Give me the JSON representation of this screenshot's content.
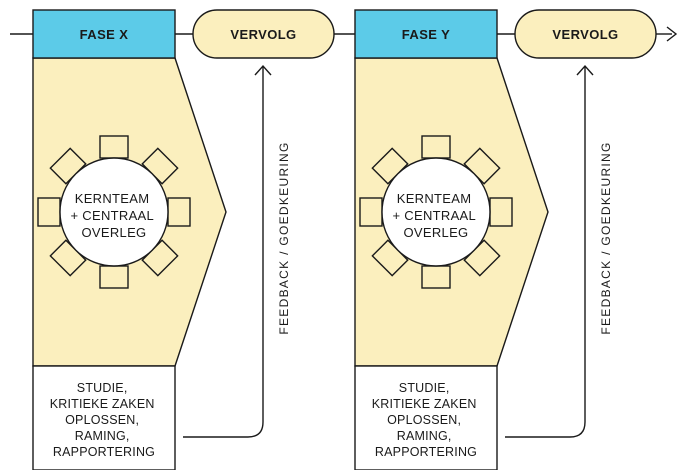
{
  "colors": {
    "phase_header": "#5ccbe8",
    "phase_body": "#fbefbe",
    "vervolg": "#fbefbe",
    "line": "#1a1a1a",
    "table": "#ffffff"
  },
  "icons": {
    "meeting": "round-table-with-eight-chairs-icon",
    "arrow_up": "arrow-up-icon",
    "arrow_right": "arrow-right-icon"
  },
  "phases": [
    {
      "header": "FASE X",
      "vervolg": "VERVOLG",
      "core": [
        "KERNTEAM",
        "+ CENTRAAL",
        "OVERLEG"
      ],
      "tasks": [
        "STUDIE,",
        "KRITIEKE ZAKEN",
        "OPLOSSEN,",
        "RAMING,",
        "RAPPORTERING"
      ],
      "feedback": "FEEDBACK / GOEDKEURING"
    },
    {
      "header": "FASE Y",
      "vervolg": "VERVOLG",
      "core": [
        "KERNTEAM",
        "+ CENTRAAL",
        "OVERLEG"
      ],
      "tasks": [
        "STUDIE,",
        "KRITIEKE ZAKEN",
        "OPLOSSEN,",
        "RAMING,",
        "RAPPORTERING"
      ],
      "feedback": "FEEDBACK / GOEDKEURING"
    }
  ]
}
